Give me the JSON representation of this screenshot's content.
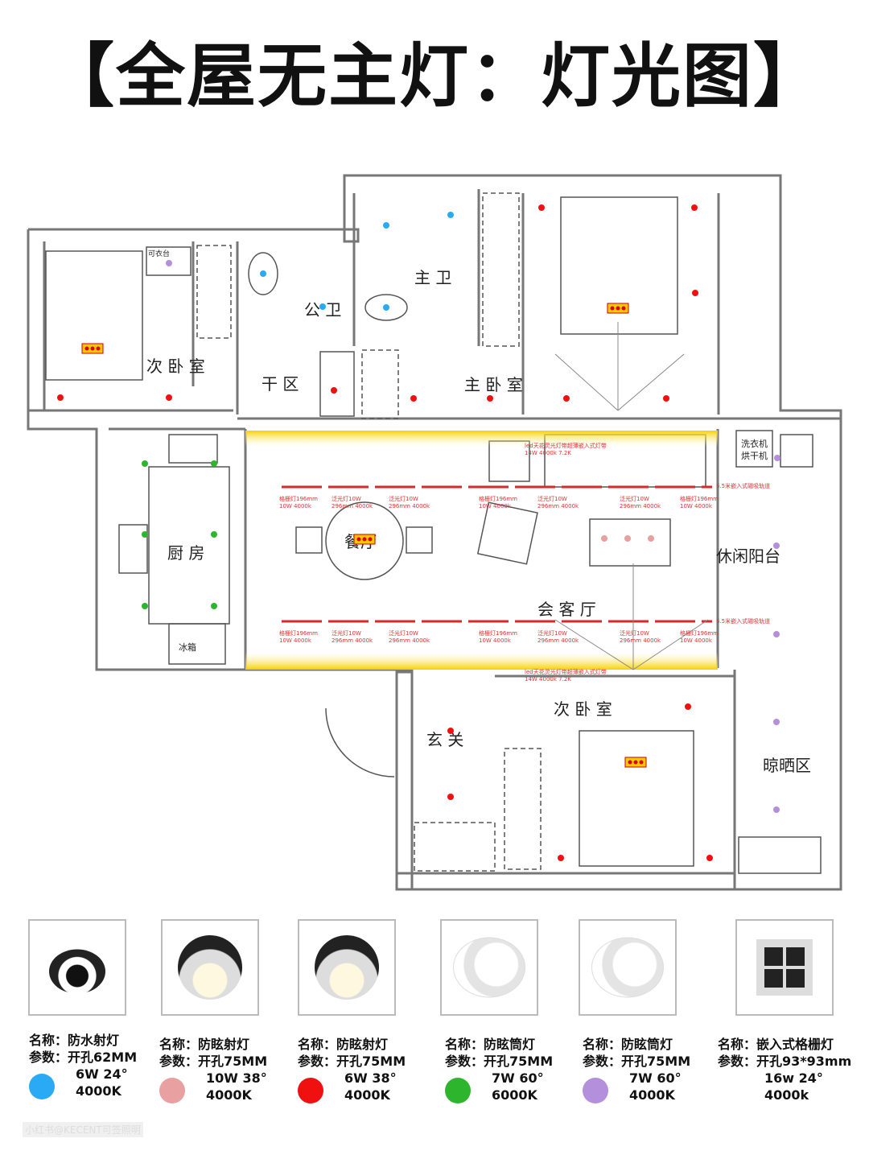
{
  "title": "【全屋无主灯：灯光图】",
  "rooms": {
    "second_bedroom_1": "次 卧 室",
    "master_bath": "主 卫",
    "public_bath": "公 卫",
    "dry_area": "干 区",
    "master_bedroom": "主 卧 室",
    "kitchen": "厨 房",
    "dining": "餐厅",
    "living": "会 客 厅",
    "balcony": "休闲阳台",
    "entrance": "玄 关",
    "second_bedroom_2": "次 卧 室",
    "drying_area": "晾晒区",
    "fridge": "冰箱",
    "washer": "洗衣机",
    "dryer": "烘干机",
    "dresser": "可衣台"
  },
  "track_labels_top": [
    "格栅灯196mm",
    "10W 4000k",
    "泛光灯10W",
    "296mm 4000k",
    "泛光灯10W",
    "296mm 4000k",
    "格栅灯196mm",
    "10W 4000k",
    "泛光灯10W",
    "296mm 4000k",
    "泛光灯10W",
    "296mm 4000k",
    "格栅灯196mm",
    "10W 4000k"
  ],
  "track_labels_bottom": [
    "格栅灯196mm",
    "10W 4000k",
    "泛光灯10W",
    "296mm 4000k",
    "泛光灯10W",
    "296mm 4000k",
    "格栅灯196mm",
    "10W 4000k",
    "泛光灯10W",
    "296mm 4000k",
    "泛光灯10W",
    "296mm 4000k",
    "格栅灯196mm",
    "10W 4000k"
  ],
  "track_name": "6.5米嵌入式磁吸轨道",
  "strip_label_1": "led天花灵光灯带超薄嵌入式灯带",
  "strip_spec_1": "14W 4000k 7.2K",
  "strip_label_2": "led天花灵光灯带超薄嵌入式灯带",
  "strip_spec_2": "14W 4000k 7.2K",
  "colors": {
    "blue": "#2aa9f5",
    "pink": "#e8a0a0",
    "red": "#f01010",
    "green": "#2db52d",
    "purple": "#b48fdc",
    "glow": "#f7d000",
    "track": "#d42a2a"
  },
  "legend": [
    {
      "name": "名称：防水射灯",
      "param": "参数：开孔62MM",
      "spec1": "6W   24°",
      "spec2": "4000K",
      "color": "#2aa9f5"
    },
    {
      "name": "名称：防眩射灯",
      "param": "参数：开孔75MM",
      "spec1": "10W   38°",
      "spec2": "4000K",
      "color": "#e8a0a0"
    },
    {
      "name": "名称：防眩射灯",
      "param": "参数：开孔75MM",
      "spec1": "6W   38°",
      "spec2": "4000K",
      "color": "#f01010"
    },
    {
      "name": "名称：防眩筒灯",
      "param": "参数：开孔75MM",
      "spec1": "7W   60°",
      "spec2": "6000K",
      "color": "#2db52d"
    },
    {
      "name": "名称：防眩筒灯",
      "param": "参数：开孔75MM",
      "spec1": "7W   60°",
      "spec2": "4000K",
      "color": "#b48fdc"
    },
    {
      "name": "名称：嵌入式格栅灯",
      "param": "参数：开孔93*93mm",
      "spec1": "16w  24°",
      "spec2": "4000k",
      "color": ""
    }
  ],
  "watermark": "小红书@KECENT可签照明"
}
